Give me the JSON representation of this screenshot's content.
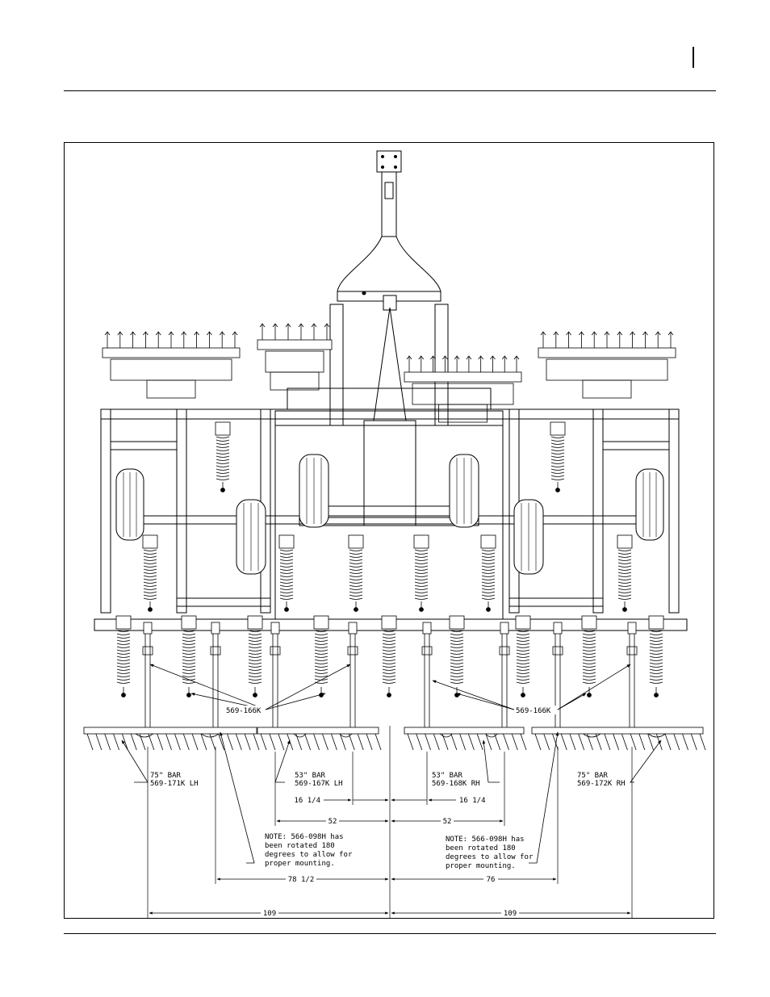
{
  "diagram": {
    "callouts": {
      "part_left": "569-166K",
      "part_right": "569-166K",
      "bar_lh_75_size": "75\" BAR",
      "bar_lh_75_part": "569-171K LH",
      "bar_lh_53_size": "53\" BAR",
      "bar_lh_53_part": "569-167K LH",
      "bar_rh_53_size": "53\" BAR",
      "bar_rh_53_part": "569-168K RH",
      "bar_rh_75_size": "75\" BAR",
      "bar_rh_75_part": "569-172K RH"
    },
    "notes": {
      "left": [
        "NOTE: 566-098H has",
        "been  rotated 180",
        "degrees to allow for",
        "proper mounting."
      ],
      "right": [
        "NOTE: 566-098H has",
        "been  rotated 180",
        "degrees to allow for",
        "proper mounting."
      ]
    },
    "dimensions": {
      "inner_left": "16 1/4",
      "inner_right": "16 1/4",
      "mid_left": "52",
      "mid_right": "52",
      "outer_left": "78 1/2",
      "outer_right": "76",
      "full_left": "109",
      "full_right": "109"
    }
  }
}
